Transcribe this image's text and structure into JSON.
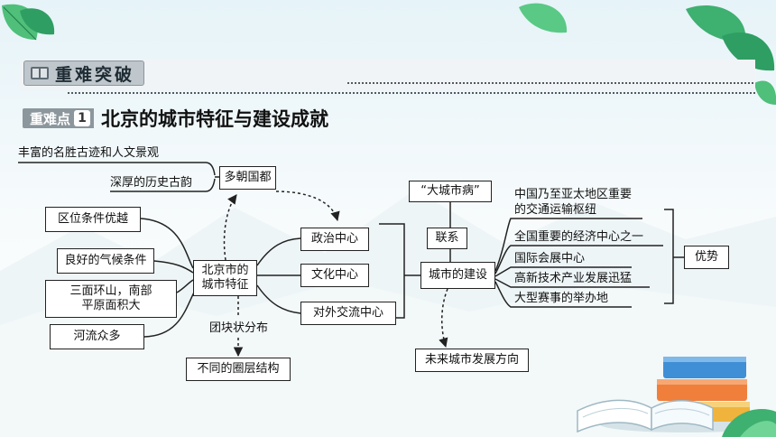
{
  "header": {
    "badge_label": "重难突破"
  },
  "section": {
    "tag": "重难点",
    "number": "1",
    "title": "北京的城市特征与建设成就"
  },
  "diagram": {
    "left_items": {
      "scenic": "丰富的名胜古迹和人文景观",
      "history": "深厚的历史古韵",
      "location": "区位条件优越",
      "climate": "良好的气候条件",
      "terrain_line1": "三面环山，南部",
      "terrain_line2": "平原面积大",
      "rivers": "河流众多"
    },
    "ancient_capital": "多朝国都",
    "center_line1": "北京市的",
    "center_line2": "城市特征",
    "functions": {
      "political": "政治中心",
      "cultural": "文化中心",
      "exchange": "对外交流中心"
    },
    "cluster_label": "团块状分布",
    "ring_structure": "不同的圈层结构",
    "big_city_disease": "“大城市病”",
    "connection": "联系",
    "city_construction": "城市的建设",
    "future_direction": "未来城市发展方向",
    "achievements": {
      "hub_line1": "中国乃至亚太地区重要",
      "hub_line2": "的交通运输枢纽",
      "economic": "全国重要的经济中心之一",
      "exhibition": "国际会展中心",
      "hightech": "高新技术产业发展迅猛",
      "events": "大型赛事的举办地"
    },
    "advantage": "优势"
  }
}
